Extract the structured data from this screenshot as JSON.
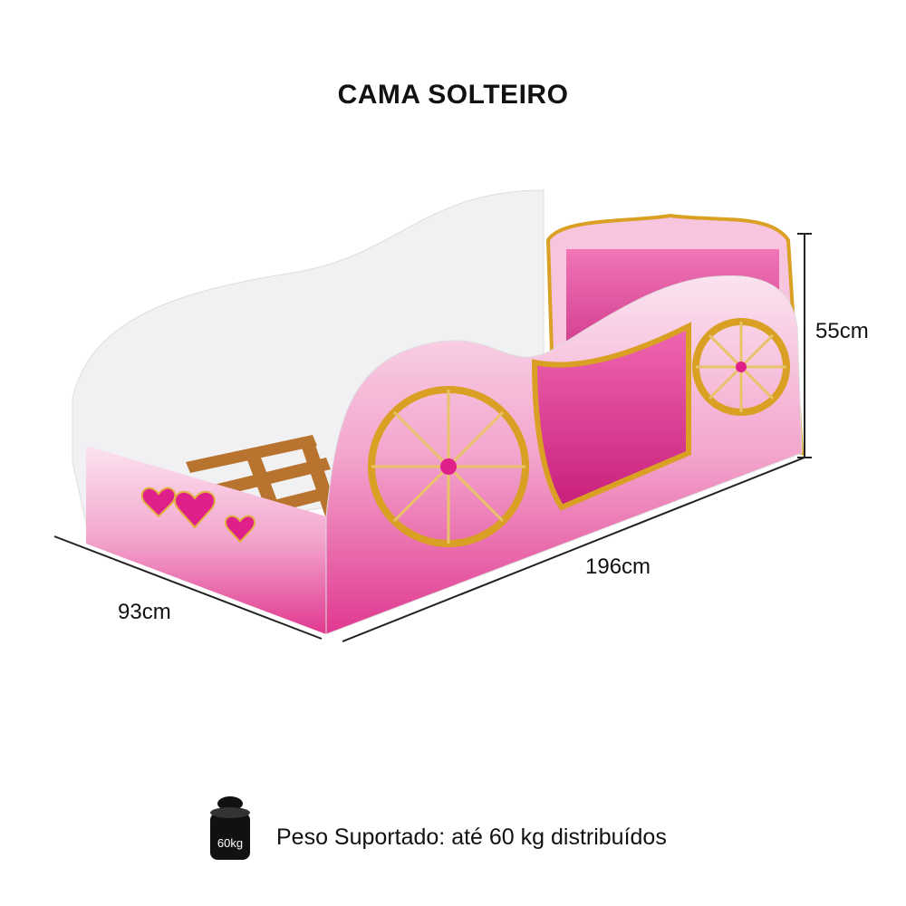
{
  "title": "CAMA SOLTEIRO",
  "dimensions": {
    "height": "55cm",
    "length": "196cm",
    "width": "93cm"
  },
  "weight": {
    "icon": "weight-icon",
    "icon_label": "60kg",
    "text": "Peso Suportado: até 60 kg distribuídos"
  },
  "colors": {
    "pink": "#e8459a",
    "light_pink": "#f7b8d8",
    "gold": "#d9a024",
    "white_panel": "#f1f1f3",
    "slats": "#b8742f"
  }
}
